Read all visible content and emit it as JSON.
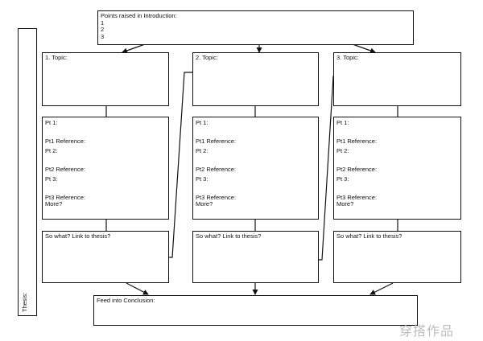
{
  "introduction": {
    "heading": "Points raised in Introduction:",
    "points": [
      "1",
      "2",
      "3"
    ]
  },
  "thesis_label": "Thesis:",
  "topics": [
    {
      "topic_label": "1. Topic:",
      "points": [
        "Pt 1:",
        "Pt1 Reference:",
        "Pt 2:",
        "Pt2 Reference:",
        "Pt 3:",
        "Pt3 Reference:",
        "More?"
      ],
      "so_what": "So what?  Link to thesis?"
    },
    {
      "topic_label": "2. Topic:",
      "points": [
        "Pt 1:",
        "Pt1 Reference:",
        "Pt 2:",
        "Pt2 Reference:",
        "Pt 3:",
        "Pt3 Reference:",
        "More?"
      ],
      "so_what": "So what?  Link to thesis?"
    },
    {
      "topic_label": "3. Topic:",
      "points": [
        "Pt 1:",
        "Pt1 Reference:",
        "Pt 2:",
        "Pt2 Reference:",
        "Pt 3:",
        "Pt3 Reference:",
        "More?"
      ],
      "so_what": "So what?  Link to thesis?"
    }
  ],
  "conclusion": {
    "heading": "Feed into Conclusion:"
  },
  "watermark": "穿搭作品"
}
